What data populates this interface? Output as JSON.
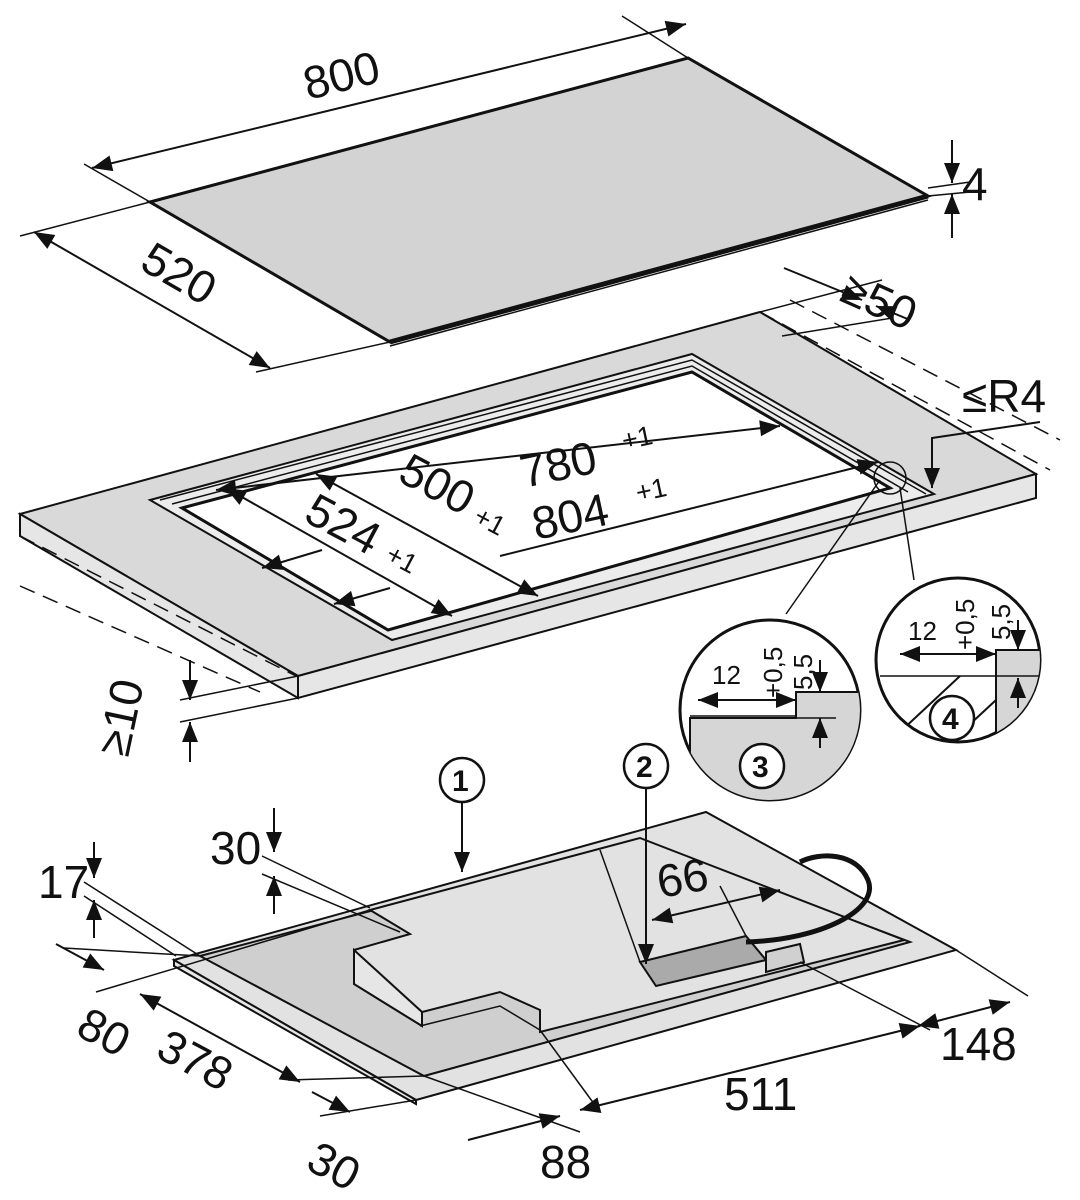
{
  "diagram": {
    "hob_glass": {
      "width": "800",
      "depth": "520",
      "thickness": "4"
    },
    "worktop_cutout": {
      "min_rear_clearance": "≥50",
      "max_corner_radius": "≤R4",
      "inner_width": "780",
      "inner_width_tol": "+1",
      "outer_width": "804",
      "outer_width_tol": "+1",
      "inner_depth": "500",
      "inner_depth_tol": "+1",
      "outer_depth": "524",
      "outer_depth_tol": "+1",
      "min_worktop_thickness": "≥10"
    },
    "detail_3": {
      "callout": "3",
      "rebate_width": "12",
      "rebate_width_tol": "+0,5",
      "rebate_depth": "5,5"
    },
    "detail_4": {
      "callout": "4",
      "rebate_width": "12",
      "rebate_width_tol": "+0,5",
      "rebate_depth": "5,5"
    },
    "appliance_underside": {
      "callout_1": "1",
      "callout_2": "2",
      "dim_30_top": "30",
      "dim_17": "17",
      "dim_66": "66",
      "dim_80": "80",
      "dim_378": "378",
      "dim_30_bottom": "30",
      "dim_88": "88",
      "dim_511": "511",
      "dim_148": "148"
    }
  }
}
